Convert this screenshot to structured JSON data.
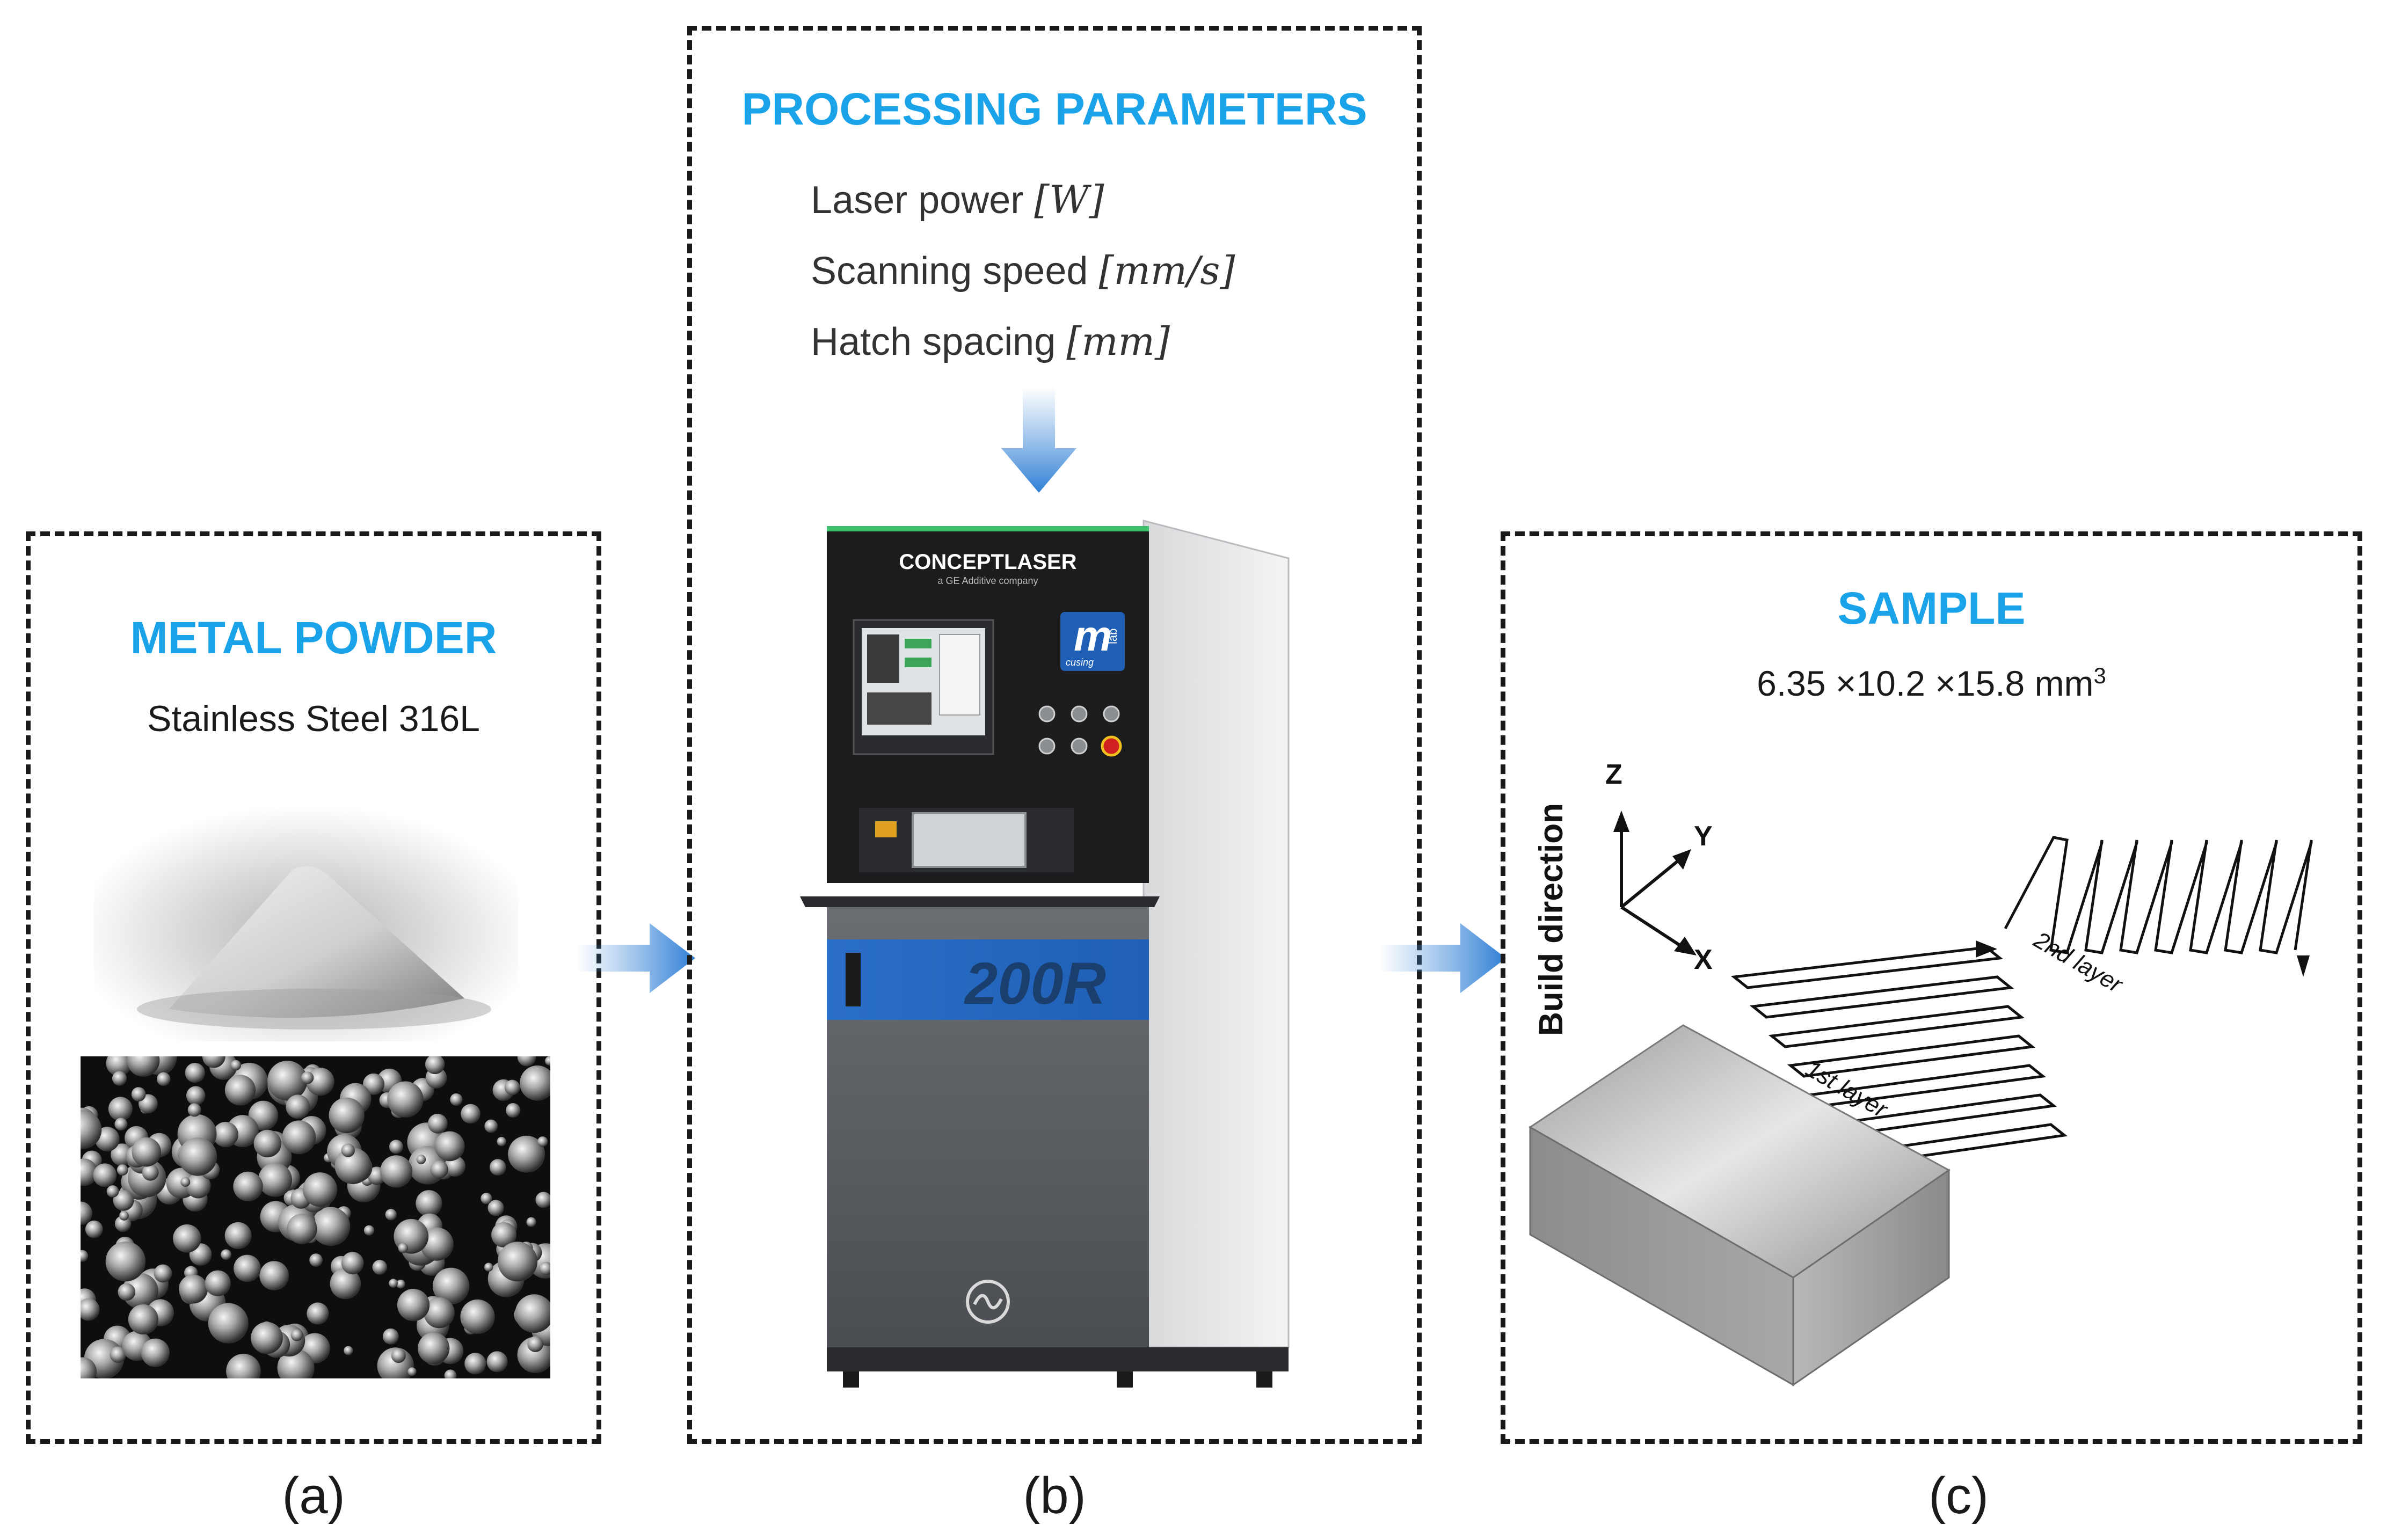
{
  "panels": {
    "a": {
      "heading": "METAL POWDER",
      "material": "Stainless Steel 316L",
      "caption": "(a)"
    },
    "b": {
      "heading": "PROCESSING PARAMETERS",
      "params": [
        {
          "name": "Laser power",
          "unit": "[W]"
        },
        {
          "name": "Scanning speed",
          "unit": "[mm/s]"
        },
        {
          "name": "Hatch spacing",
          "unit": "[mm]"
        }
      ],
      "machine": {
        "brand": "CONCEPTLASER",
        "brand_sub": "a GE Additive company",
        "logo_m": "m",
        "logo_cusing": "cusing",
        "logo_lab": "lab",
        "model": "200R"
      },
      "caption": "(b)"
    },
    "c": {
      "heading": "SAMPLE",
      "dimensions": "6.35 ×10.2 ×15.8 mm",
      "dimensions_sup": "3",
      "build_direction": "Build direction",
      "axes": {
        "z": "Z",
        "y": "Y",
        "x": "X"
      },
      "layer1": "1st layer",
      "layer2": "2nd layer",
      "caption": "(c)"
    }
  },
  "colors": {
    "heading": "#1aa3e8",
    "arrow": "#4a90d9",
    "machine_band": "#2a6fc9",
    "machine_body": "#5f6266",
    "machine_top": "#1c1c1e"
  }
}
